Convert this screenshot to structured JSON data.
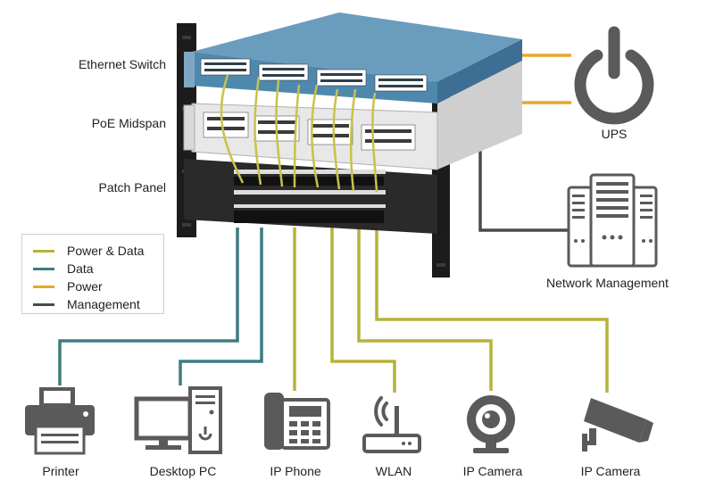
{
  "colors": {
    "power_data": "#b7b23a",
    "data": "#3d7c80",
    "power": "#e7a62a",
    "management": "#4a4a4a",
    "icon": "#5a5a5a",
    "switch_blue": "#4f88ad"
  },
  "rack": {
    "switch_label": "Ethernet Switch",
    "midspan_label": "PoE Midspan",
    "patch_label": "Patch Panel"
  },
  "legend": {
    "items": [
      {
        "label": "Power & Data",
        "color": "#b7b23a"
      },
      {
        "label": "Data",
        "color": "#3d7c80"
      },
      {
        "label": "Power",
        "color": "#e7a62a"
      },
      {
        "label": "Management",
        "color": "#4a4a4a"
      }
    ]
  },
  "ups": {
    "label": "UPS",
    "icon": "power-icon"
  },
  "network_management": {
    "label": "Network Management",
    "icon": "server-icon"
  },
  "devices": [
    {
      "label": "Printer",
      "icon": "printer-icon"
    },
    {
      "label": "Desktop PC",
      "icon": "desktop-pc-icon"
    },
    {
      "label": "IP Phone",
      "icon": "ip-phone-icon"
    },
    {
      "label": "WLAN",
      "icon": "wlan-router-icon"
    },
    {
      "label": "IP Camera",
      "icon": "webcam-icon"
    },
    {
      "label": "IP Camera",
      "icon": "security-camera-icon"
    }
  ]
}
